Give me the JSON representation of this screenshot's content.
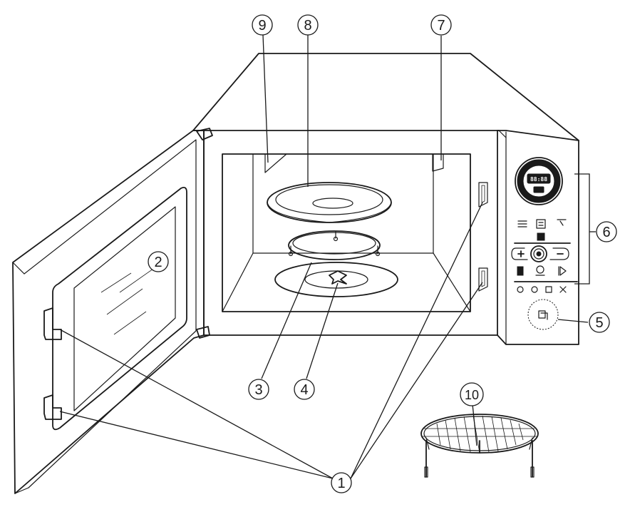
{
  "diagram": {
    "callouts": [
      {
        "id": "c1",
        "number": "1"
      },
      {
        "id": "c2",
        "number": "2"
      },
      {
        "id": "c3",
        "number": "3"
      },
      {
        "id": "c4",
        "number": "4"
      },
      {
        "id": "c5",
        "number": "5"
      },
      {
        "id": "c6",
        "number": "6"
      },
      {
        "id": "c7",
        "number": "7"
      },
      {
        "id": "c8",
        "number": "8"
      },
      {
        "id": "c9",
        "number": "9"
      },
      {
        "id": "c10",
        "number": "10"
      }
    ],
    "display_readout": "88:88",
    "colors": {
      "line": "#1a1a1a",
      "background": "#ffffff"
    }
  }
}
